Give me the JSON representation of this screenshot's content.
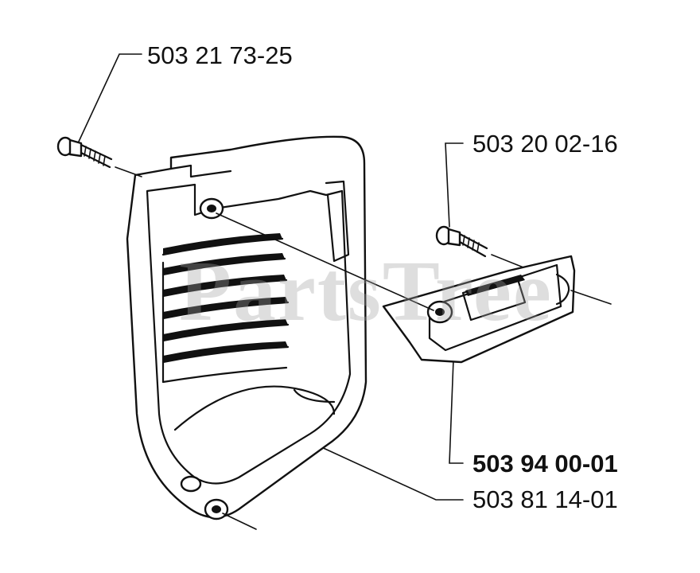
{
  "watermark": "PartsTree",
  "labels": {
    "screw_large": "503 21 73-25",
    "screw_small": "503 20 02-16",
    "cover": "503 94 00-01",
    "inner_cover": "503 81 14-01"
  }
}
